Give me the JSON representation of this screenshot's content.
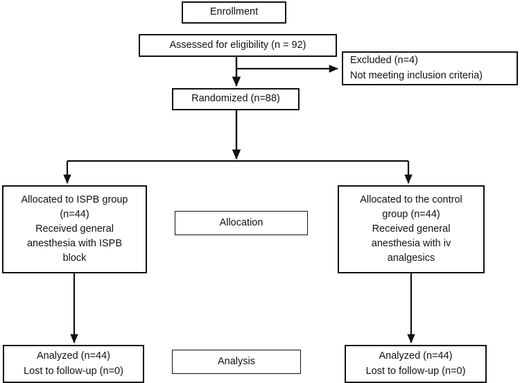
{
  "diagram": {
    "type": "consort-flow-diagram",
    "title_visible": false,
    "stroke_color": "#111111",
    "background_color": "#ffffff",
    "stages": [
      {
        "key": "enrollment",
        "label": "Enrollment"
      },
      {
        "key": "allocation",
        "label": "Allocation"
      },
      {
        "key": "analysis",
        "label": "Analysis"
      }
    ],
    "nodes": {
      "enrollment": {
        "label": "Enrollment"
      },
      "assessed": {
        "label": "Assessed for eligibility (n = 92)",
        "n": 92
      },
      "excluded": {
        "line1": "Excluded (n=4)",
        "line2": "Not meeting inclusion criteria)",
        "n": 4
      },
      "randomized": {
        "label": "Randomized (n=88)",
        "n": 88
      },
      "allocated_left": {
        "line1": "Allocated to ISPB group",
        "line2": "(n=44)",
        "line3": "Received general",
        "line4": "anesthesia with ISPB",
        "line5": "block",
        "n": 44
      },
      "allocated_right": {
        "line1": "Allocated to the control",
        "line2": "group (n=44)",
        "line3": "Received general",
        "line4": "anesthesia with iv",
        "line5": "analgesics",
        "n": 44
      },
      "allocation_label": {
        "label": "Allocation"
      },
      "analyzed_left": {
        "line1": "Analyzed (n=44)",
        "line2": "Lost to follow-up (n=0)",
        "analyzed_n": 44,
        "lost_n": 0
      },
      "analyzed_right": {
        "line1": "Analyzed (n=44)",
        "line2": "Lost to follow-up (n=0)",
        "analyzed_n": 44,
        "lost_n": 0
      },
      "analysis_label": {
        "label": "Analysis"
      }
    }
  }
}
